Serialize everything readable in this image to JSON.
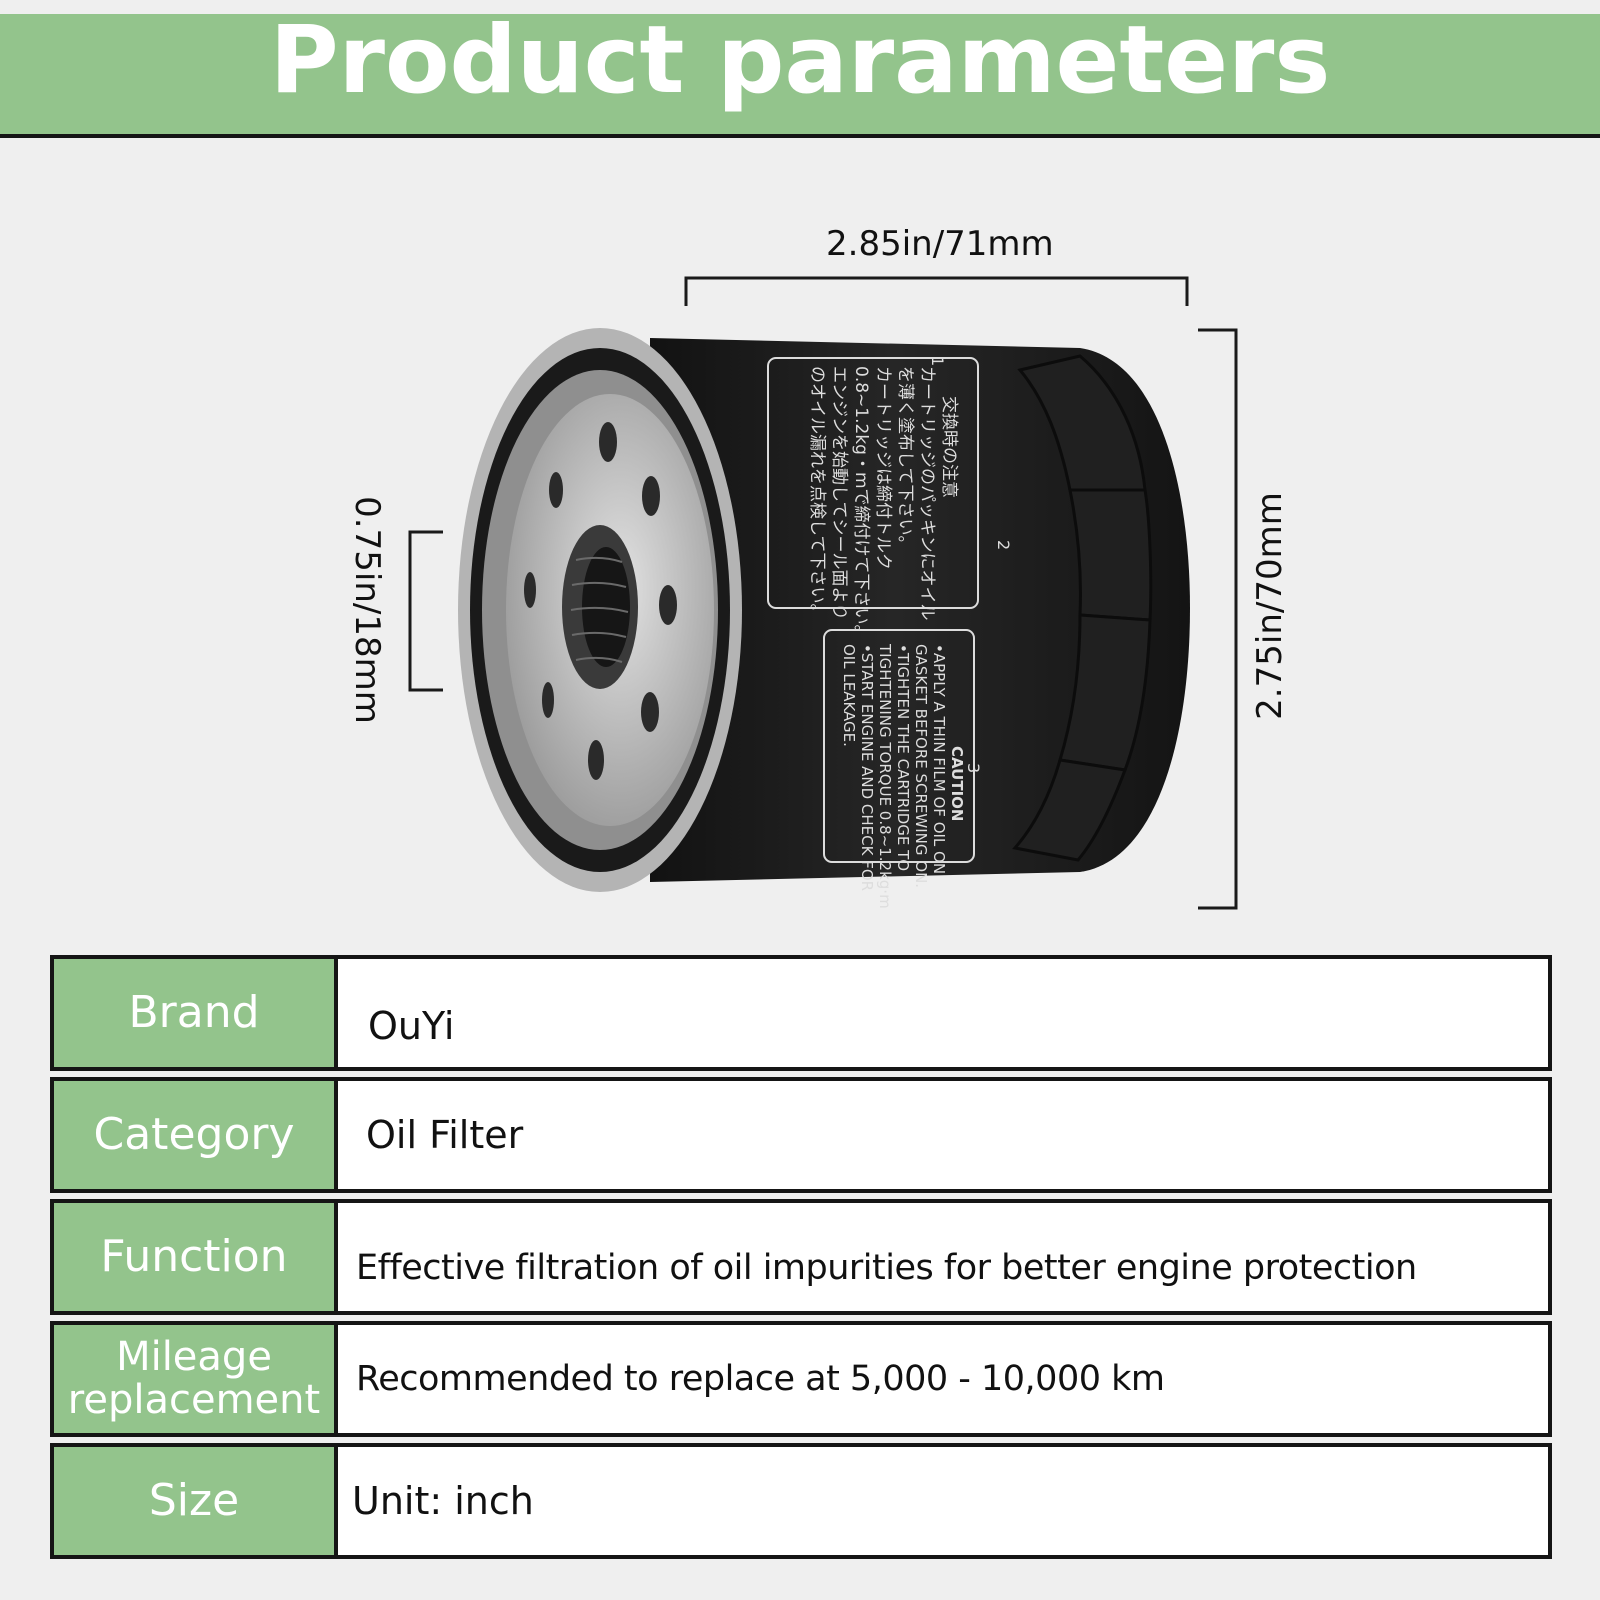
{
  "header": {
    "title": "Product parameters"
  },
  "dimensions": {
    "width": "2.85in/71mm",
    "height": "2.75in/70mm",
    "thread": "0.75in/18mm"
  },
  "label_text": {
    "jp_title": "交換時の注意",
    "jp_lines": [
      "カートリッジのパッキンにオイル",
      "を薄く塗布して下さい。",
      "カートリッジは締付トルク",
      "0.8~1.2kg・mで締付けて下さい。",
      "エンジンを始動してシール面より",
      "のオイル漏れを点検して下さい。"
    ],
    "en_title": "CAUTION",
    "en_lines": [
      "•APPLY A THIN FILM OF OIL ON",
      " GASKET BEFORE SCREWING ON.",
      "•TIGHTEN THE CARTRIDGE TO",
      " TIGHTENING TORQUE 0.8~1.2kg·m",
      "•START ENGINE AND CHECK FOR",
      " OIL LEAKAGE."
    ],
    "markers": [
      "1",
      "2",
      "3"
    ]
  },
  "colors": {
    "accent": "#93c48c",
    "border": "#151515",
    "filter_body": "#1b1b1b"
  },
  "params": [
    {
      "label": "Brand",
      "value": "OuYi"
    },
    {
      "label": "Category",
      "value": "Oil Filter"
    },
    {
      "label": "Function",
      "value": "Effective filtration of oil impurities for better engine protection"
    },
    {
      "label": "Mileage replacement",
      "value": "Recommended to replace at 5,000 - 10,000 km"
    },
    {
      "label": "Size",
      "value": "Unit: inch"
    }
  ]
}
